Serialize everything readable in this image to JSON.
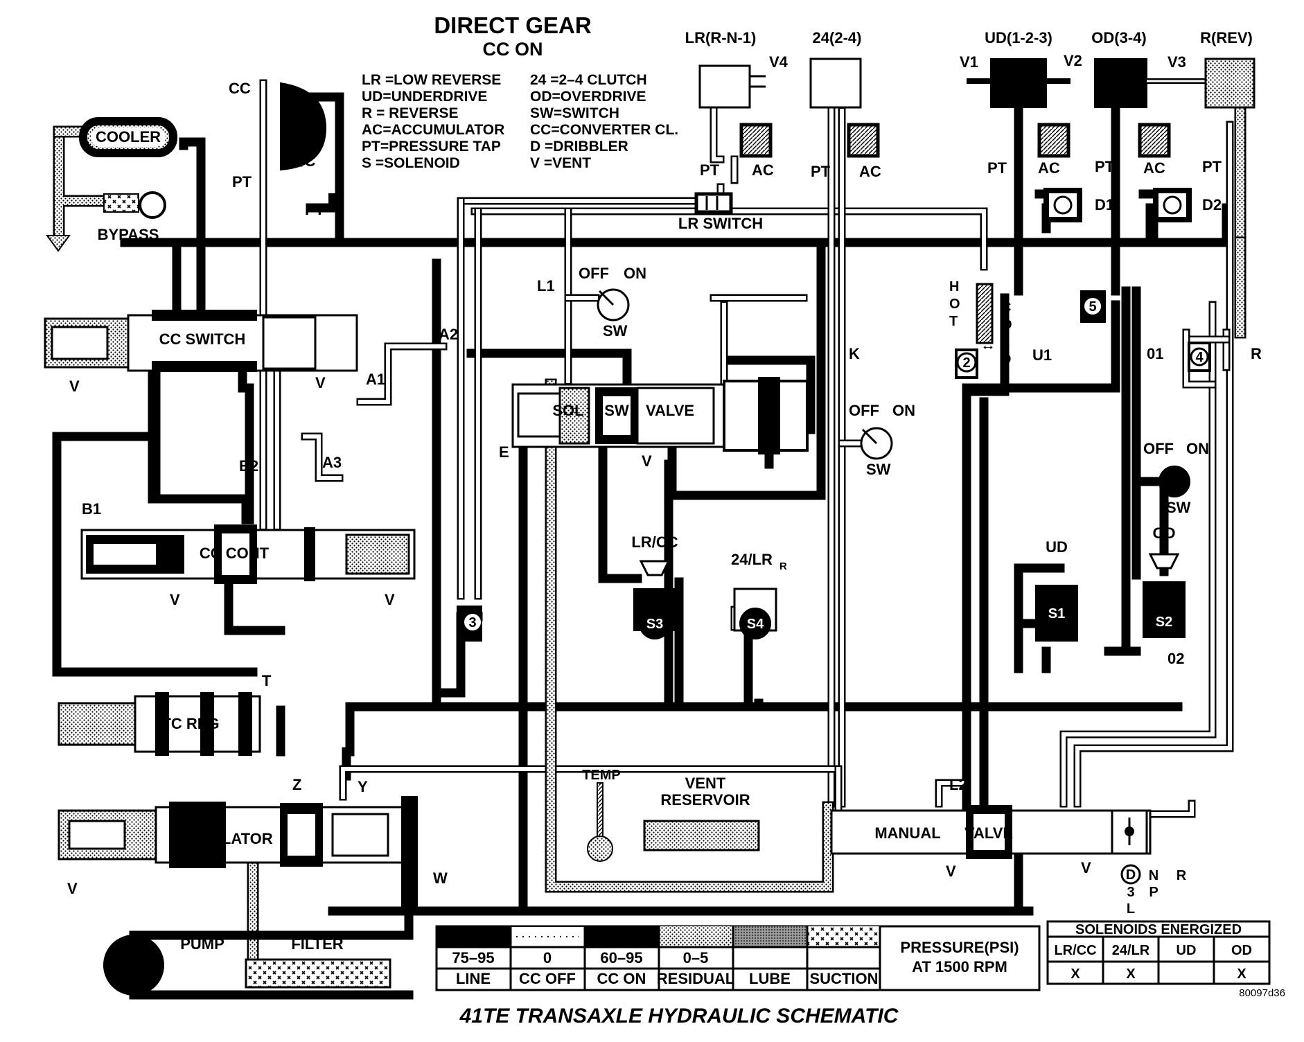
{
  "header": {
    "title": "DIRECT GEAR",
    "subtitle": "CC ON"
  },
  "legend_left": [
    "LR =LOW REVERSE",
    "UD=UNDERDRIVE",
    "R  = REVERSE",
    "AC=ACCUMULATOR",
    "PT=PRESSURE TAP",
    "S  =SOLENOID"
  ],
  "legend_right": [
    "24 =2–4 CLUTCH",
    "OD=OVERDRIVE",
    "SW=SWITCH",
    "CC=CONVERTER CL.",
    "D  =DRIBBLER",
    "V  =VENT"
  ],
  "clutches": {
    "lr": "LR(R-N-1)",
    "c24": "24(2-4)",
    "ud": "UD(1-2-3)",
    "od": "OD(3-4)",
    "rev": "R(REV)"
  },
  "labels": {
    "cooler": "COOLER",
    "bypass": "BYPASS",
    "cc": "CC",
    "tc": "T/C",
    "pt": "PT",
    "ac": "AC",
    "v": "V",
    "v1": "V1",
    "v2": "V2",
    "v3": "V3",
    "v4": "V4",
    "d1": "D1",
    "d2": "D2",
    "lr_switch": "LR SWITCH",
    "cc_switch": "CC SWITCH",
    "cc_cont": "CC CONT",
    "tc_reg": "TC REG",
    "regulator": "REGULATOR",
    "pump": "PUMP",
    "filter": "FILTER",
    "temp": "TEMP",
    "vent_reservoir_1": "VENT",
    "vent_reservoir_2": "RESERVOIR",
    "manual": "MANUAL",
    "valve": "VALVE",
    "sol": "SOL",
    "sw": "SW",
    "off": "OFF",
    "on": "ON",
    "hot_letters": [
      "H",
      "O",
      "T"
    ],
    "cold_letters": [
      "C",
      "O",
      "L",
      "D"
    ],
    "a1": "A1",
    "a2": "A2",
    "a3": "A3",
    "b1": "B1",
    "b2": "B2",
    "l1": "L1",
    "l2": "L2",
    "e": "E",
    "k": "K",
    "u1": "U1",
    "o1": "01",
    "o2": "02",
    "r": "R",
    "t": "T",
    "w": "W",
    "y": "Y",
    "z": "Z",
    "lrcc": "LR/CC",
    "lr24": "24/LR",
    "sub_r": "R",
    "ud": "UD",
    "od": "OD",
    "s1": "S1",
    "s2": "S2",
    "s3": "S3",
    "s4": "S4",
    "n2": "2",
    "n3": "3",
    "n4": "4",
    "n5": "5",
    "arrow": "↔",
    "gear_d": "D",
    "gear_n": "N",
    "gear_r": "R",
    "gear_3": "3",
    "gear_p": "P",
    "gear_l": "L"
  },
  "pressure_legend": {
    "values": [
      "75–95",
      "0",
      "60–95",
      "0–5",
      "",
      ""
    ],
    "names": [
      "LINE",
      "CC OFF",
      "CC ON",
      "RESIDUAL",
      "LUBE",
      "SUCTION"
    ],
    "note_line1": "PRESSURE(PSI)",
    "note_line2": "AT 1500 RPM"
  },
  "solenoids_table": {
    "title": "SOLENOIDS ENERGIZED",
    "headers": [
      "LR/CC",
      "24/LR",
      "UD",
      "OD"
    ],
    "values": [
      "X",
      "X",
      "",
      "X"
    ]
  },
  "caption": "41TE TRANSAXLE HYDRAULIC SCHEMATIC",
  "code": "80097d36"
}
